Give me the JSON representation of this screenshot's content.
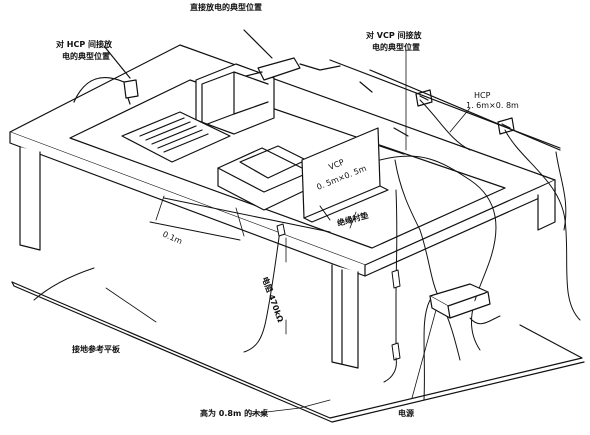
{
  "labels": {
    "direct_discharge": "直接放电的典型位置",
    "hcp_indirect_l1": "对 HCP 间接放",
    "hcp_indirect_l2": "电的典型位置",
    "vcp_indirect_l1": "对 VCP 间接放",
    "vcp_indirect_l2": "电的典型位置",
    "hcp_title": "HCP",
    "hcp_size": "1. 6m×0. 8m",
    "vcp_title": "VCP",
    "vcp_size": "0. 5m×0. 5m",
    "insulation_pad": "绝缘衬垫",
    "distance_01": "0.1m",
    "resistor": "电阻 470kΩ",
    "ground_plane": "接地参考平板",
    "wood_table": "高为 0.8m 的木桌",
    "power_supply": "电源"
  },
  "colors": {
    "ink": "#111111",
    "paper": "#ffffff"
  }
}
